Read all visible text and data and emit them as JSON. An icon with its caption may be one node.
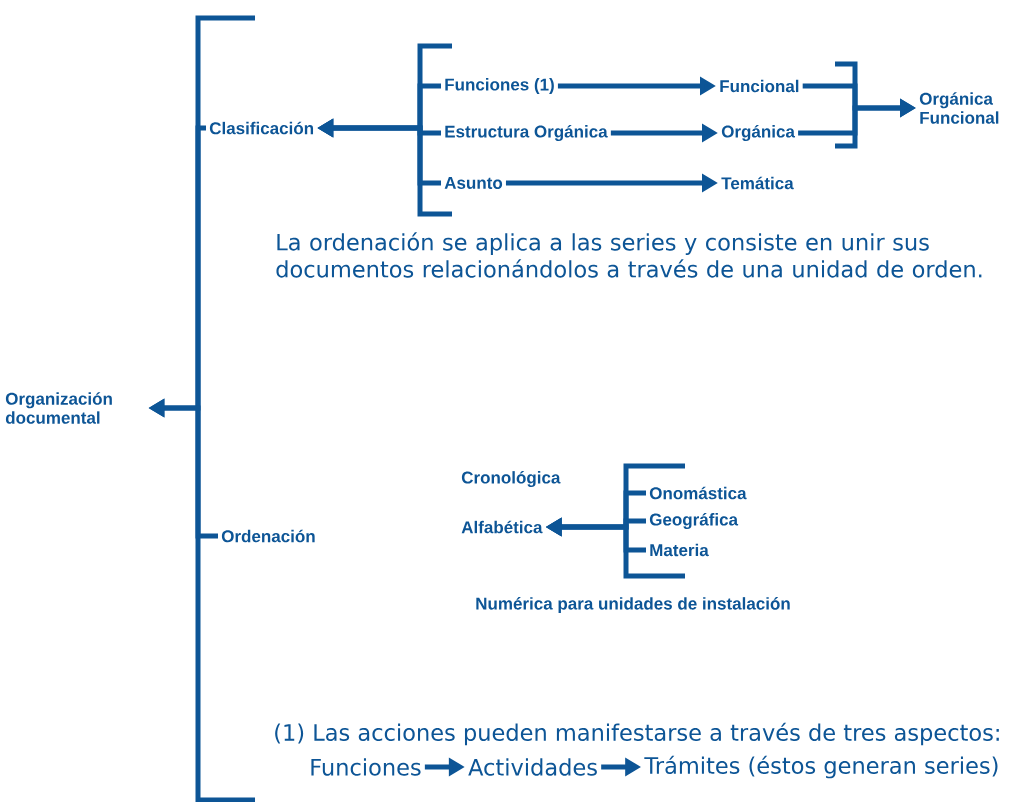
{
  "diagram": {
    "nodes": [
      {
        "text": [
          "Organización documental"
        ]
      },
      {
        "text": [
          "Clasificación"
        ]
      },
      {
        "text": [
          "Funciones (1)"
        ]
      },
      {
        "text": [
          "Estructura Orgánica"
        ]
      },
      {
        "text": [
          "Asunto"
        ]
      },
      {
        "text": [
          "Funcional"
        ]
      },
      {
        "text": [
          "Orgánica"
        ]
      },
      {
        "text": [
          "Temática"
        ]
      },
      {
        "text": [
          "Orgánica Funcional"
        ]
      },
      {
        "text": [
          "Ordenación"
        ]
      },
      {
        "text": [
          "Alfabética"
        ]
      },
      {
        "text": [
          "Onomástica"
        ]
      },
      {
        "text": [
          "Geográfica"
        ]
      },
      {
        "text": [
          "Materia"
        ]
      },
      {
        "text": [
          "Funciones"
        ]
      },
      {
        "text": [
          "Actividades"
        ]
      },
      {
        "text": [
          "Trámites (éstos generan series)"
        ]
      }
    ],
    "edges": [
      {
        "from": 1,
        "to": 0,
        "arrow": "to"
      },
      {
        "from": 9,
        "to": 0,
        "arrow": "to"
      },
      {
        "from": 2,
        "to": 1,
        "arrow": "to"
      },
      {
        "from": 3,
        "to": 1,
        "arrow": "to"
      },
      {
        "from": 4,
        "to": 1,
        "arrow": "to"
      },
      {
        "from": 2,
        "to": 5,
        "arrow": "to"
      },
      {
        "from": 3,
        "to": 6,
        "arrow": "to"
      },
      {
        "from": 4,
        "to": 7,
        "arrow": "to"
      },
      {
        "from": 5,
        "to": 8,
        "arrow": "to"
      },
      {
        "from": 6,
        "to": 8,
        "arrow": "to"
      },
      {
        "from": 11,
        "to": 10,
        "arrow": "to"
      },
      {
        "from": 12,
        "to": 10,
        "arrow": "to"
      },
      {
        "from": 13,
        "to": 10,
        "arrow": "to"
      },
      {
        "from": 14,
        "to": 15,
        "arrow": "to"
      },
      {
        "from": 15,
        "to": 16,
        "arrow": "to"
      }
    ],
    "labels": [
      "La ordenación se aplica a las series y consiste en unir sus documentos relacionándolos a través de una unidad de orden.",
      "Cronológica",
      "Numérica para unidades de instalación",
      "(1) Las acciones pueden manifestarse a través de tres aspectos:"
    ]
  }
}
